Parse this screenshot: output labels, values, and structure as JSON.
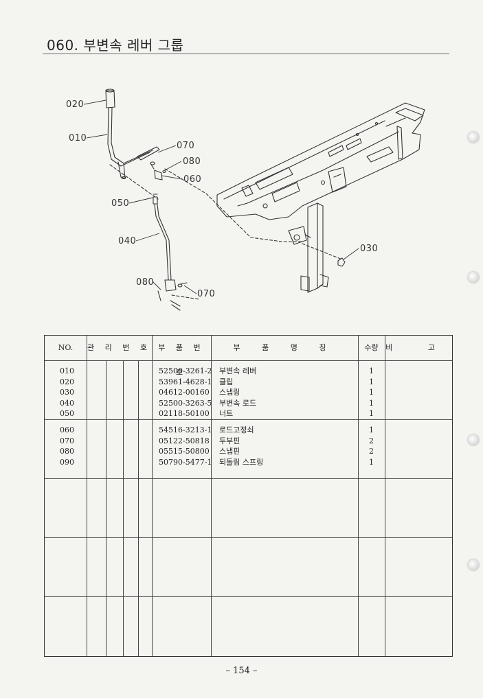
{
  "page": {
    "title": "060. 부변속 레버 그룹",
    "page_number": "– 154 –"
  },
  "diagram": {
    "callouts": [
      {
        "id": "020",
        "label": "020"
      },
      {
        "id": "010",
        "label": "010"
      },
      {
        "id": "070a",
        "label": "070"
      },
      {
        "id": "080a",
        "label": "080"
      },
      {
        "id": "060",
        "label": "060"
      },
      {
        "id": "050",
        "label": "050"
      },
      {
        "id": "040",
        "label": "040"
      },
      {
        "id": "030",
        "label": "030"
      },
      {
        "id": "080b",
        "label": "080"
      },
      {
        "id": "070b",
        "label": "070"
      }
    ]
  },
  "table": {
    "headers": {
      "no": "NO.",
      "management": "관 리 번 호",
      "part_number": "부 품 번 호",
      "part_name": "부 품 명 칭",
      "qty": "수량",
      "remarks": "비 고"
    },
    "groups": [
      {
        "rows": [
          {
            "no": "010",
            "part_number": "52500-3261-2",
            "name": "부변속 레버",
            "qty": "1"
          },
          {
            "no": "020",
            "part_number": "53961-4628-1",
            "name": "클립",
            "qty": "1"
          },
          {
            "no": "030",
            "part_number": "04612-00160",
            "name": "스냅링",
            "qty": "1"
          },
          {
            "no": "040",
            "part_number": "52500-3263-5",
            "name": "부변속 로드",
            "qty": "1"
          },
          {
            "no": "050",
            "part_number": "02118-50100",
            "name": "너트",
            "qty": "1"
          }
        ]
      },
      {
        "rows": [
          {
            "no": "060",
            "part_number": "54516-3213-1",
            "name": "로드고정쇠",
            "qty": "1"
          },
          {
            "no": "070",
            "part_number": "05122-50818",
            "name": "두부핀",
            "qty": "2"
          },
          {
            "no": "080",
            "part_number": "05515-50800",
            "name": "스냅핀",
            "qty": "2"
          },
          {
            "no": "090",
            "part_number": "50790-5477-1",
            "name": "되돌림 스프링",
            "qty": "1"
          }
        ]
      }
    ]
  }
}
